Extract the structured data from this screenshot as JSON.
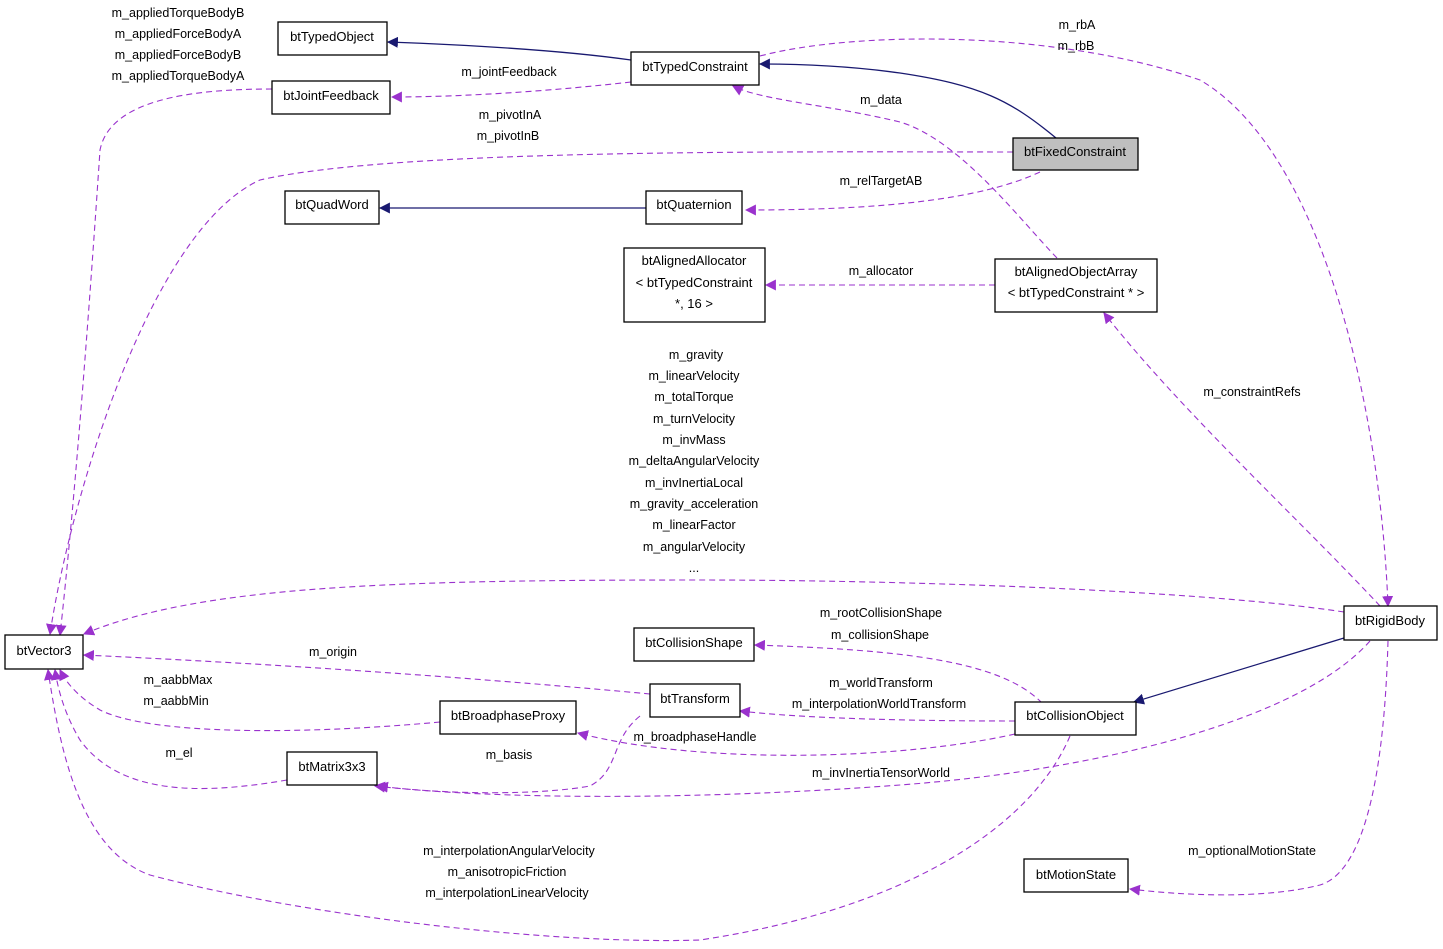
{
  "nodes": {
    "btTypedObject": {
      "lines": [
        "btTypedObject"
      ]
    },
    "btTypedConstraint": {
      "lines": [
        "btTypedConstraint"
      ]
    },
    "btJointFeedback": {
      "lines": [
        "btJointFeedback"
      ]
    },
    "btFixedConstraint": {
      "lines": [
        "btFixedConstraint"
      ]
    },
    "btQuadWord": {
      "lines": [
        "btQuadWord"
      ]
    },
    "btQuaternion": {
      "lines": [
        "btQuaternion"
      ]
    },
    "btAlignedAllocator": {
      "lines": [
        "btAlignedAllocator",
        "< btTypedConstraint",
        "*, 16 >"
      ]
    },
    "btAlignedObjectArray": {
      "lines": [
        "btAlignedObjectArray",
        "< btTypedConstraint * >"
      ]
    },
    "btVector3": {
      "lines": [
        "btVector3"
      ]
    },
    "btRigidBody": {
      "lines": [
        "btRigidBody"
      ]
    },
    "btCollisionShape": {
      "lines": [
        "btCollisionShape"
      ]
    },
    "btTransform": {
      "lines": [
        "btTransform"
      ]
    },
    "btBroadphaseProxy": {
      "lines": [
        "btBroadphaseProxy"
      ]
    },
    "btCollisionObject": {
      "lines": [
        "btCollisionObject"
      ]
    },
    "btMatrix3x3": {
      "lines": [
        "btMatrix3x3"
      ]
    },
    "btMotionState": {
      "lines": [
        "btMotionState"
      ]
    }
  },
  "edge_labels": {
    "jointFeedbackToVector": [
      "m_appliedTorqueBodyB",
      "m_appliedForceBodyA",
      "m_appliedForceBodyB",
      "m_appliedTorqueBodyA"
    ],
    "rb": [
      "m_rbA",
      "m_rbB"
    ],
    "jointFeedback": [
      "m_jointFeedback"
    ],
    "data": [
      "m_data"
    ],
    "pivot": [
      "m_pivotInA",
      "m_pivotInB"
    ],
    "relTarget": [
      "m_relTargetAB"
    ],
    "allocator": [
      "m_allocator"
    ],
    "constraintRefs": [
      "m_constraintRefs"
    ],
    "rigidBodyVectors": [
      "m_gravity",
      "m_linearVelocity",
      "m_totalTorque",
      "m_turnVelocity",
      "m_invMass",
      "m_deltaAngularVelocity",
      "m_invInertiaLocal",
      "m_gravity_acceleration",
      "m_linearFactor",
      "m_angularVelocity",
      "..."
    ],
    "collisionShape": [
      "m_rootCollisionShape",
      "m_collisionShape"
    ],
    "origin": [
      "m_origin"
    ],
    "aabb": [
      "m_aabbMax",
      "m_aabbMin"
    ],
    "worldTransform": [
      "m_worldTransform",
      "m_interpolationWorldTransform"
    ],
    "broadphaseHandle": [
      "m_broadphaseHandle"
    ],
    "basis": [
      "m_basis"
    ],
    "el": [
      "m_el"
    ],
    "invInertiaTensor": [
      "m_invInertiaTensorWorld"
    ],
    "interpolation": [
      "m_interpolationAngularVelocity",
      "m_anisotropicFriction",
      "m_interpolationLinearVelocity"
    ],
    "motionState": [
      "m_optionalMotionState"
    ]
  },
  "colors": {
    "inheritance": "#191970",
    "member": "#9a32cd",
    "highlight": "#bfbfbf"
  }
}
